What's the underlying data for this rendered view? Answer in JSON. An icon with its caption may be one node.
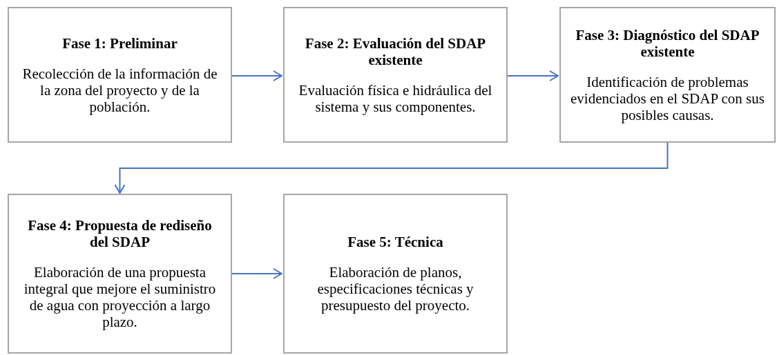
{
  "diagram": {
    "nodes": [
      {
        "text": [
          "Fase 1: Preliminar",
          "Recolección de la información de la zona del proyecto y de la población."
        ]
      },
      {
        "text": [
          "Fase 2: Evaluación del SDAP existente",
          "Evaluación física e hidráulica del sistema y sus componentes."
        ]
      },
      {
        "text": [
          "Fase 3: Diagnóstico del SDAP existente",
          "Identificación de problemas evidenciados en el SDAP con sus posibles causas."
        ]
      },
      {
        "text": [
          "Fase 4: Propuesta de rediseño del SDAP",
          "Elaboración de una propuesta integral que mejore el suministro de agua con proyección a largo plazo."
        ]
      },
      {
        "text": [
          "Fase 5: Técnica",
          "Elaboración de planos, especificaciones técnicas y presupuesto del proyecto."
        ]
      }
    ],
    "edges": [
      {
        "from": 0,
        "to": 1,
        "arrow": "to"
      },
      {
        "from": 1,
        "to": 2,
        "arrow": "to"
      },
      {
        "from": 2,
        "to": 3,
        "arrow": "to"
      },
      {
        "from": 3,
        "to": 4,
        "arrow": "to"
      }
    ]
  }
}
